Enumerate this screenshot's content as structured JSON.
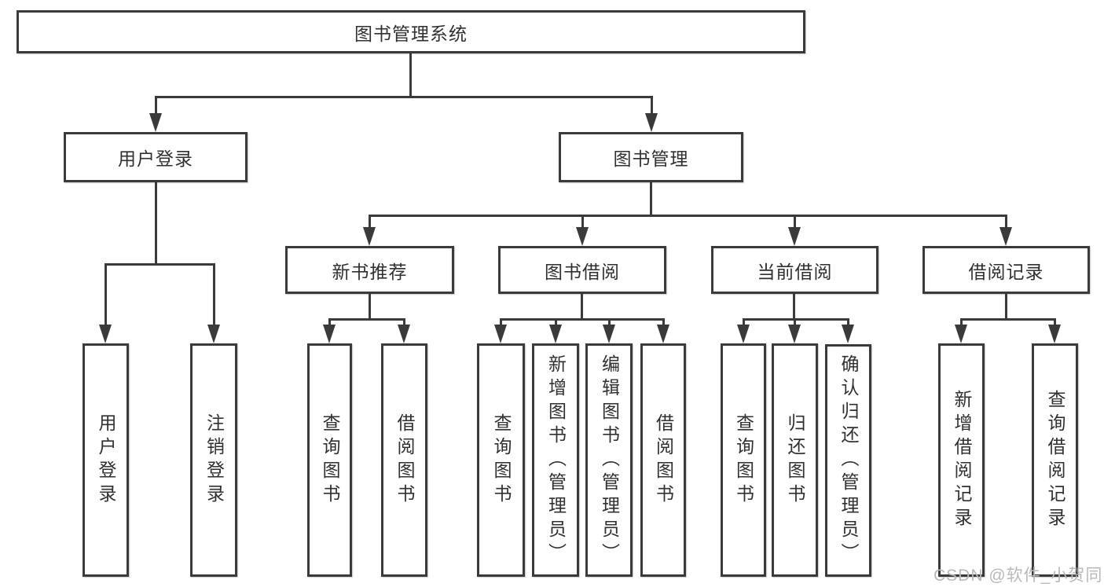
{
  "diagram": {
    "root": {
      "label": "图书管理系统"
    },
    "branches": [
      {
        "label": "用户登录",
        "children": [
          {
            "label": "用户登录"
          },
          {
            "label": "注销登录"
          }
        ]
      },
      {
        "label": "图书管理",
        "sections": [
          {
            "label": "新书推荐",
            "children": [
              {
                "label": "查询图书"
              },
              {
                "label": "借阅图书"
              }
            ]
          },
          {
            "label": "图书借阅",
            "children": [
              {
                "label": "查询图书"
              },
              {
                "label": "新增图书（管理员）"
              },
              {
                "label": "编辑图书（管理员）"
              },
              {
                "label": "借阅图书"
              }
            ]
          },
          {
            "label": "当前借阅",
            "children": [
              {
                "label": "查询图书"
              },
              {
                "label": "归还图书"
              },
              {
                "label": "确认归还（管理员）"
              }
            ]
          },
          {
            "label": "借阅记录",
            "children": [
              {
                "label": "新增借阅记录"
              },
              {
                "label": "查询借阅记录"
              }
            ]
          }
        ]
      }
    ]
  },
  "watermark": {
    "text": "CSDN @软件_小贺同学"
  },
  "colors": {
    "line": "#3a3a3a",
    "text": "#303030",
    "background": "#ffffff",
    "watermark": "#b9b9b9"
  }
}
